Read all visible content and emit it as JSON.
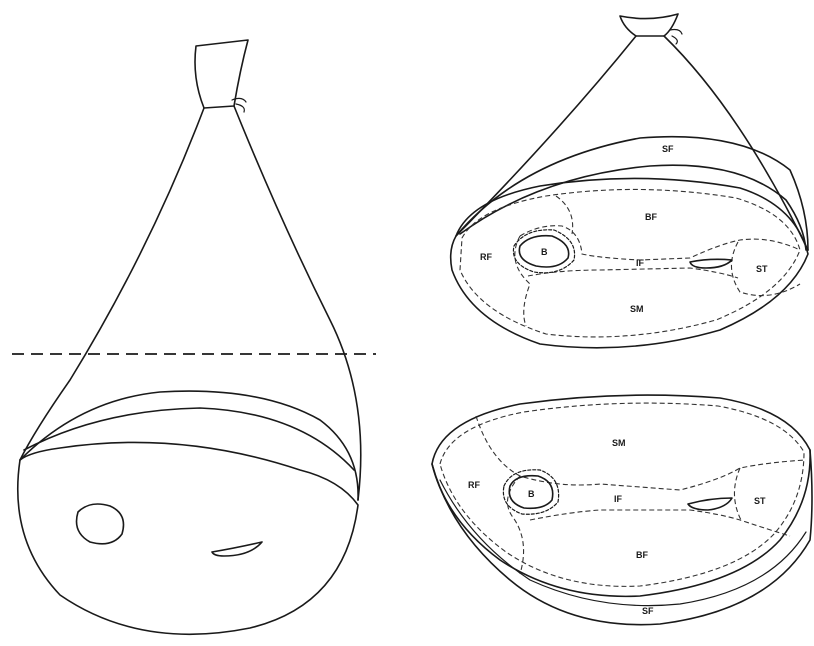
{
  "labels": {
    "top_section": {
      "sf": "SF",
      "bf": "BF",
      "rf": "RF",
      "b": "B",
      "if": "IF",
      "st": "ST",
      "sm": "SM"
    },
    "bottom_section": {
      "sm": "SM",
      "rf": "RF",
      "b": "B",
      "if": "IF",
      "st": "ST",
      "bf": "BF",
      "sf": "SF"
    }
  }
}
